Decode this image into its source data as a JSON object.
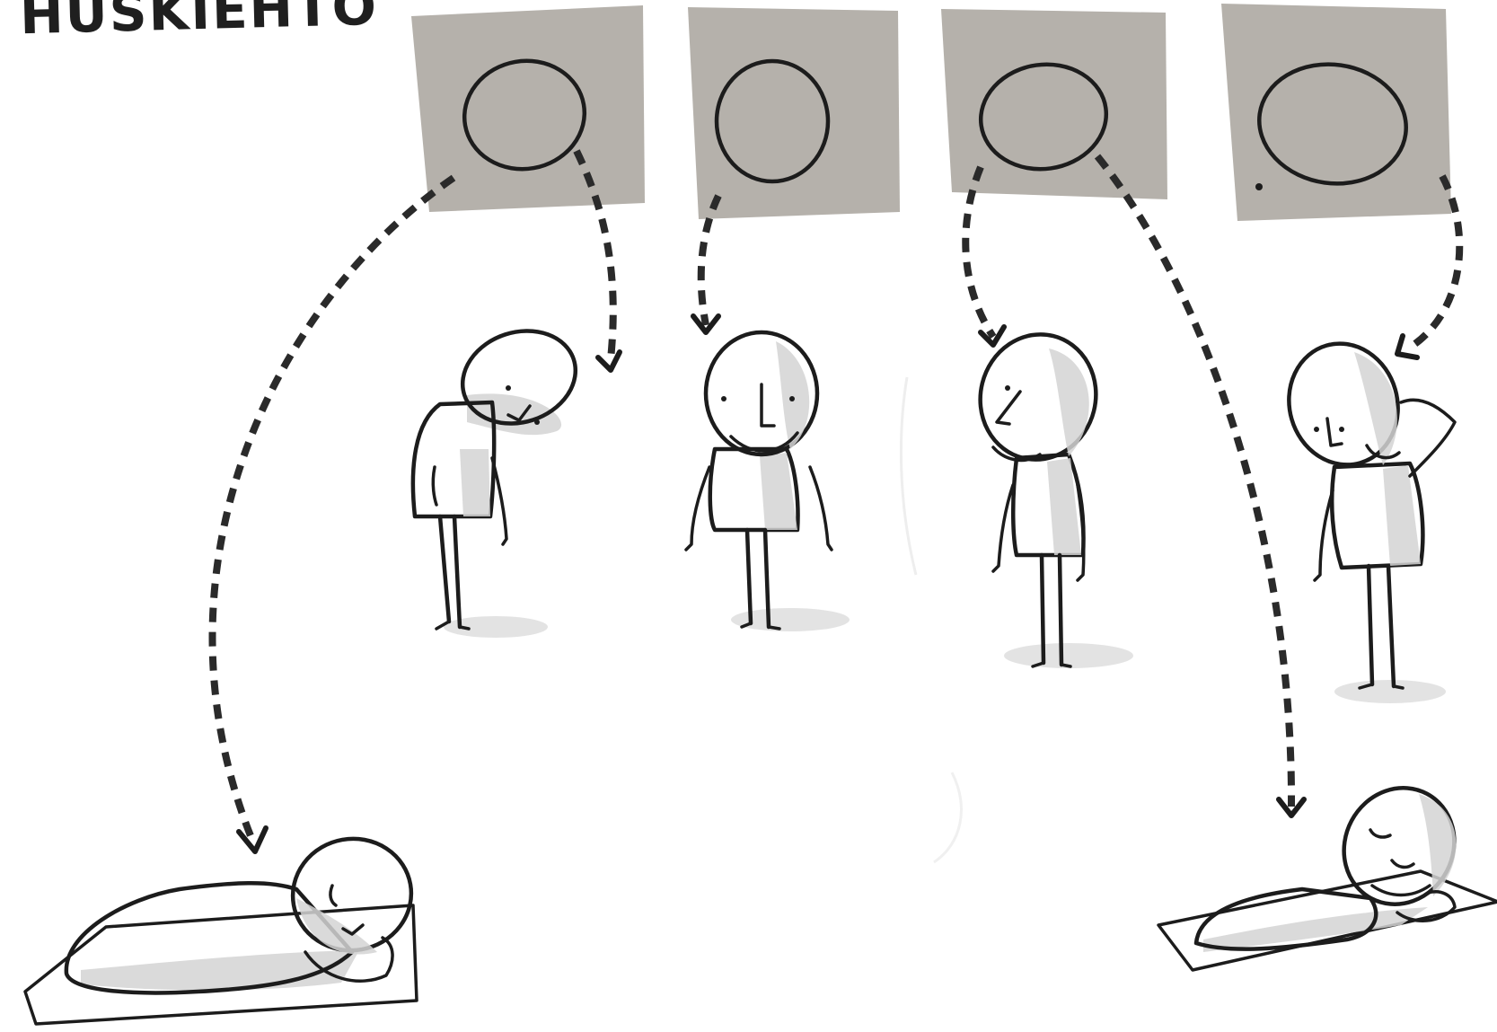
{
  "title": "HUSKIEHTO",
  "colors": {
    "panel": "#b5b1ab",
    "ink": "#1c1c1c",
    "shadow": "#d4d4d4"
  },
  "panels": [
    {
      "id": 1,
      "content": "head-circle"
    },
    {
      "id": 2,
      "content": "head-circle"
    },
    {
      "id": 3,
      "content": "head-circle"
    },
    {
      "id": 4,
      "content": "head-circle"
    }
  ],
  "figures": [
    {
      "id": "figure-1",
      "pose": "head-bowed-forward"
    },
    {
      "id": "figure-2",
      "pose": "head-upright"
    },
    {
      "id": "figure-3",
      "pose": "head-turned-down"
    },
    {
      "id": "figure-4",
      "pose": "head-tilted-side"
    },
    {
      "id": "figure-5",
      "pose": "lying-on-side"
    },
    {
      "id": "figure-6",
      "pose": "lying-on-back"
    }
  ],
  "arrows": [
    {
      "from": "panel-1",
      "to": "figure-1"
    },
    {
      "from": "panel-1",
      "to": "figure-5"
    },
    {
      "from": "panel-2",
      "to": "figure-2"
    },
    {
      "from": "panel-3",
      "to": "figure-3"
    },
    {
      "from": "panel-3",
      "to": "figure-6"
    },
    {
      "from": "panel-4",
      "to": "figure-4"
    }
  ]
}
